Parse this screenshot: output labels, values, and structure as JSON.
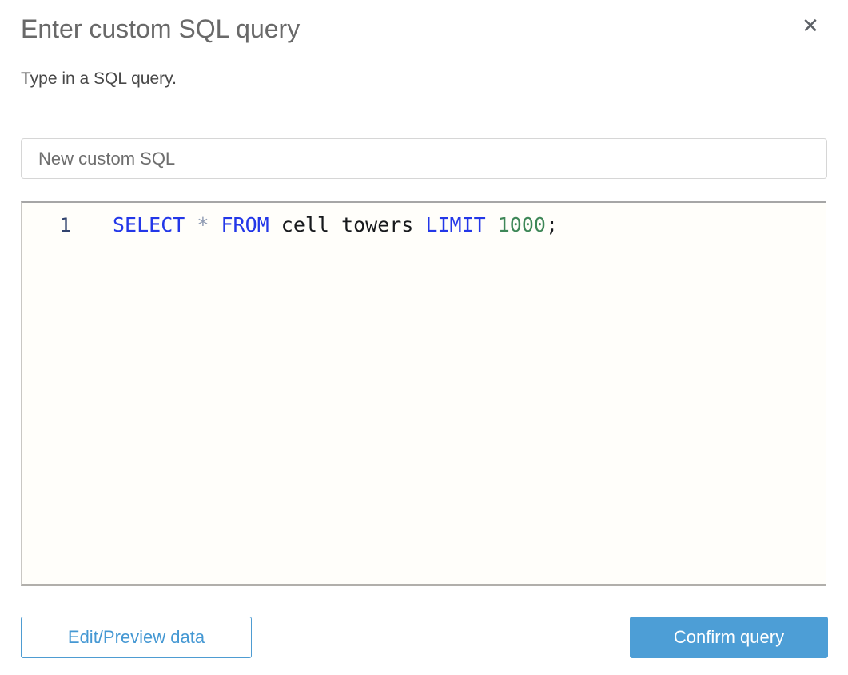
{
  "dialog": {
    "title": "Enter custom SQL query",
    "subtitle": "Type in a SQL query.",
    "close_icon": "✕"
  },
  "name_input": {
    "value": "New custom SQL"
  },
  "editor": {
    "line_number": "1",
    "code": "SELECT * FROM cell_towers LIMIT 1000;",
    "tokens": [
      {
        "text": "SELECT",
        "type": "keyword"
      },
      {
        "text": " ",
        "type": "space"
      },
      {
        "text": "*",
        "type": "operator"
      },
      {
        "text": " ",
        "type": "space"
      },
      {
        "text": "FROM",
        "type": "keyword"
      },
      {
        "text": " ",
        "type": "space"
      },
      {
        "text": "cell_towers",
        "type": "identifier"
      },
      {
        "text": " ",
        "type": "space"
      },
      {
        "text": "LIMIT",
        "type": "keyword"
      },
      {
        "text": " ",
        "type": "space"
      },
      {
        "text": "1000",
        "type": "number"
      },
      {
        "text": ";",
        "type": "punct"
      }
    ]
  },
  "buttons": {
    "edit_preview": "Edit/Preview data",
    "confirm": "Confirm query"
  },
  "colors": {
    "accent_blue": "#4d9ed6",
    "keyword_blue": "#2337e8",
    "number_green": "#3e8757",
    "operator_gray": "#8f9bb3",
    "editor_background": "#fffefa",
    "title_gray": "#696969"
  }
}
